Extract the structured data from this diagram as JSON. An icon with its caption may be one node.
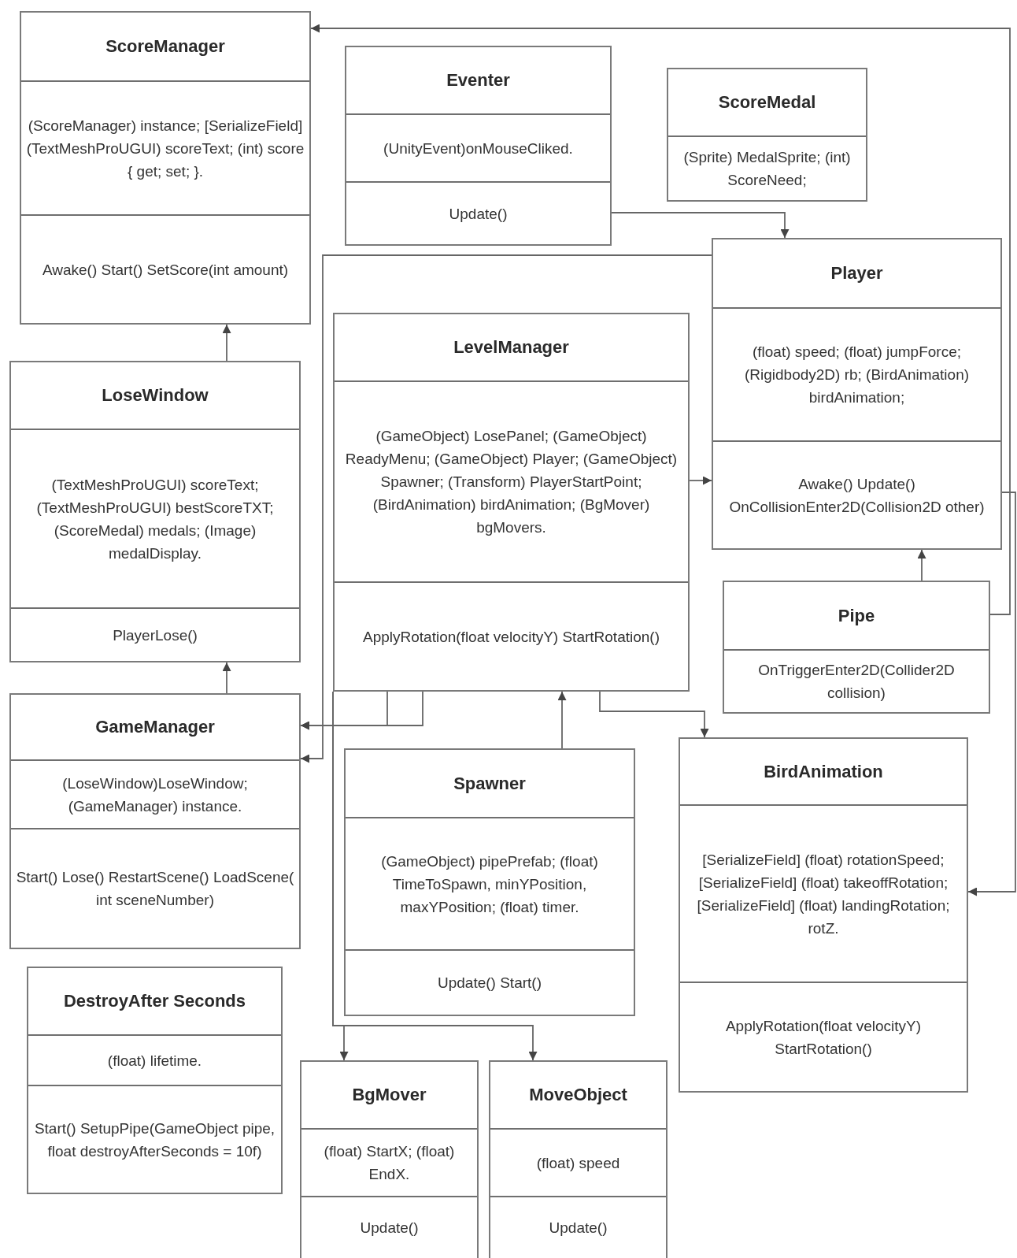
{
  "diagram": {
    "nodes": [
      {
        "text": [
          "ScoreManager",
          "(ScoreManager) instance; [SerializeField] (TextMeshProUGUI) scoreText; (int) score { get; set; }.",
          "Awake() Start() SetScore(int amount)"
        ]
      },
      {
        "text": [
          "Eventer",
          "(UnityEvent)onMouseCliked.",
          "Update()"
        ]
      },
      {
        "text": [
          "ScoreMedal",
          "(Sprite) MedalSprite; (int) ScoreNeed;"
        ]
      },
      {
        "text": [
          "Player",
          "(float) speed; (float) jumpForce; (Rigidbody2D) rb; (BirdAnimation) birdAnimation;",
          "Awake() Update() OnCollisionEnter2D(Collision2D other)"
        ]
      },
      {
        "text": [
          "LevelManager",
          "(GameObject) LosePanel; (GameObject) ReadyMenu; (GameObject) Player; (GameObject) Spawner; (Transform) PlayerStartPoint; (BirdAnimation) birdAnimation; (BgMover) bgMovers.",
          "ApplyRotation(float velocityY) StartRotation()"
        ]
      },
      {
        "text": [
          "LoseWindow",
          "(TextMeshProUGUI) scoreText; (TextMeshProUGUI) bestScoreTXT; (ScoreMedal) medals; (Image) medalDisplay.",
          "PlayerLose()"
        ]
      },
      {
        "text": [
          "Pipe",
          "OnTriggerEnter2D(Collider2D collision)"
        ]
      },
      {
        "text": [
          "GameManager",
          "(LoseWindow)LoseWindow; (GameManager) instance.",
          "Start() Lose() RestartScene() LoadScene( int sceneNumber)"
        ]
      },
      {
        "text": [
          "Spawner",
          "(GameObject) pipePrefab; (float) TimeToSpawn, minYPosition, maxYPosition; (float) timer.",
          "Update() Start()"
        ]
      },
      {
        "text": [
          "BirdAnimation",
          "[SerializeField] (float) rotationSpeed; [SerializeField] (float) takeoffRotation; [SerializeField] (float) landingRotation; rotZ.",
          "ApplyRotation(float velocityY) StartRotation()"
        ]
      },
      {
        "text": [
          "DestroyAfter Seconds",
          "(float) lifetime.",
          "Start() SetupPipe(GameObject pipe, float destroyAfterSeconds = 10f)"
        ]
      },
      {
        "text": [
          "BgMover",
          "(float) StartX; (float) EndX.",
          "Update()"
        ]
      },
      {
        "text": [
          "MoveObject",
          "(float) speed",
          "Update()"
        ]
      }
    ],
    "edges": [
      {
        "from": 1,
        "to": 3,
        "arrow": "to"
      },
      {
        "from": 3,
        "to": 7,
        "arrow": "to"
      },
      {
        "from": 4,
        "to": 3,
        "arrow": "to"
      },
      {
        "from": 6,
        "to": 3,
        "arrow": "to"
      },
      {
        "from": 6,
        "to": 0,
        "arrow": "to"
      },
      {
        "from": 3,
        "to": 9,
        "arrow": "to"
      },
      {
        "from": 5,
        "to": 0,
        "arrow": "to"
      },
      {
        "from": 7,
        "to": 5,
        "arrow": "to"
      },
      {
        "from": 4,
        "to": 7,
        "arrow": "to"
      },
      {
        "from": 4,
        "to": 7,
        "arrow": "to"
      },
      {
        "from": 8,
        "to": 4,
        "arrow": "to"
      },
      {
        "from": 4,
        "to": 9,
        "arrow": "to"
      },
      {
        "from": 4,
        "to": 11,
        "arrow": "to"
      },
      {
        "from": 4,
        "to": 12,
        "arrow": "to"
      }
    ]
  }
}
